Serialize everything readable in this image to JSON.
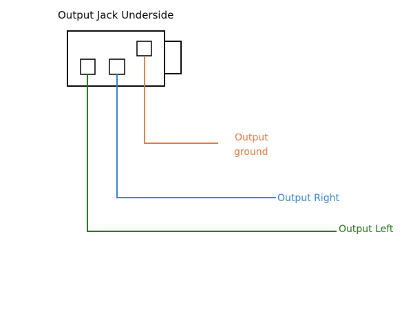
{
  "title": "Output Jack Underside",
  "colors": {
    "outline": "#000000",
    "ground": "#e8763a",
    "right": "#2b7fd6",
    "left": "#1a6e12",
    "background": "#ffffff"
  },
  "wires": [
    {
      "id": "ground",
      "label_lines": [
        "Output",
        "ground"
      ],
      "color_key": "ground"
    },
    {
      "id": "right",
      "label_lines": [
        "Output Right"
      ],
      "color_key": "right"
    },
    {
      "id": "left",
      "label_lines": [
        "Output Left"
      ],
      "color_key": "left"
    }
  ]
}
